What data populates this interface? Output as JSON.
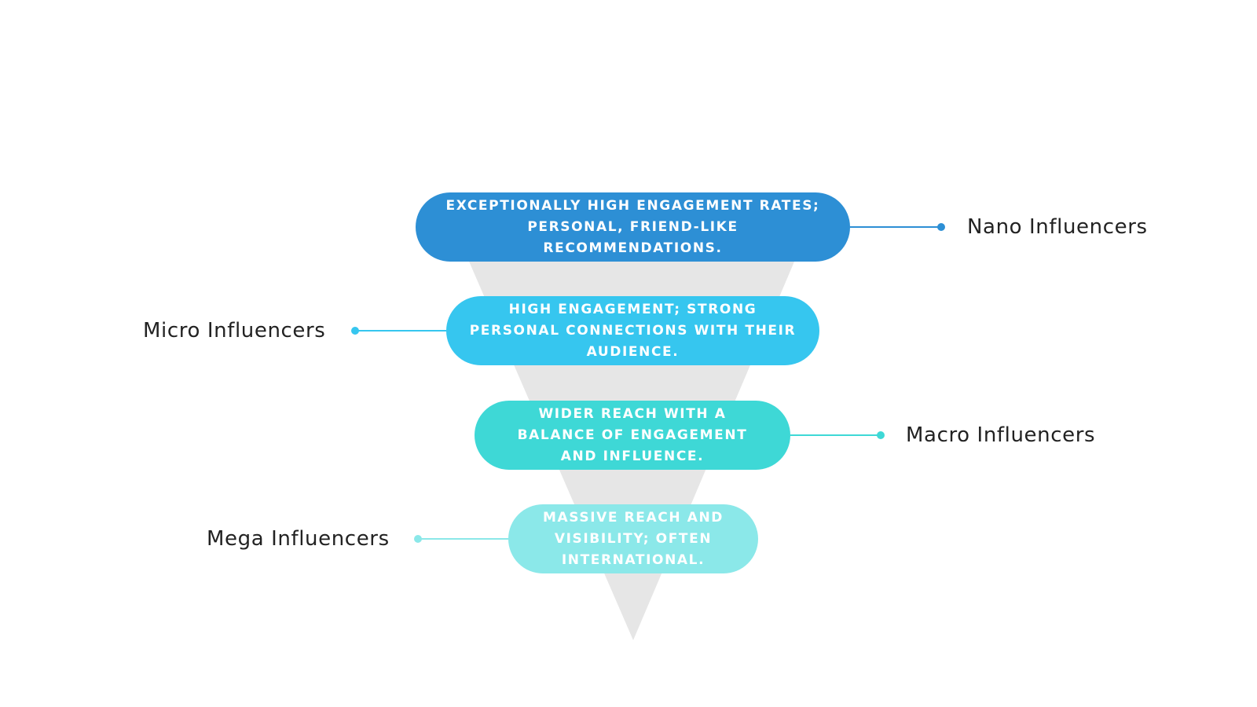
{
  "colors": {
    "funnel": "#e6e6e6",
    "nano": "#2d8fd5",
    "micro": "#36c6ef",
    "macro": "#3ed8d6",
    "mega": "#8be8e9",
    "label_text": "#222222"
  },
  "tiers": [
    {
      "label": "Nano Influencers",
      "description": "EXCEPTIONALLY HIGH ENGAGEMENT RATES; PERSONAL, FRIEND-LIKE RECOMMENDATIONS.",
      "side": "right"
    },
    {
      "label": "Micro Influencers",
      "description": "HIGH ENGAGEMENT; STRONG PERSONAL CONNECTIONS WITH THEIR AUDIENCE.",
      "side": "left"
    },
    {
      "label": "Macro Influencers",
      "description": "WIDER REACH WITH A BALANCE OF ENGAGEMENT AND INFLUENCE.",
      "side": "right"
    },
    {
      "label": "Mega Influencers",
      "description": "MASSIVE REACH AND VISIBILITY; OFTEN INTERNATIONAL.",
      "side": "left"
    }
  ]
}
